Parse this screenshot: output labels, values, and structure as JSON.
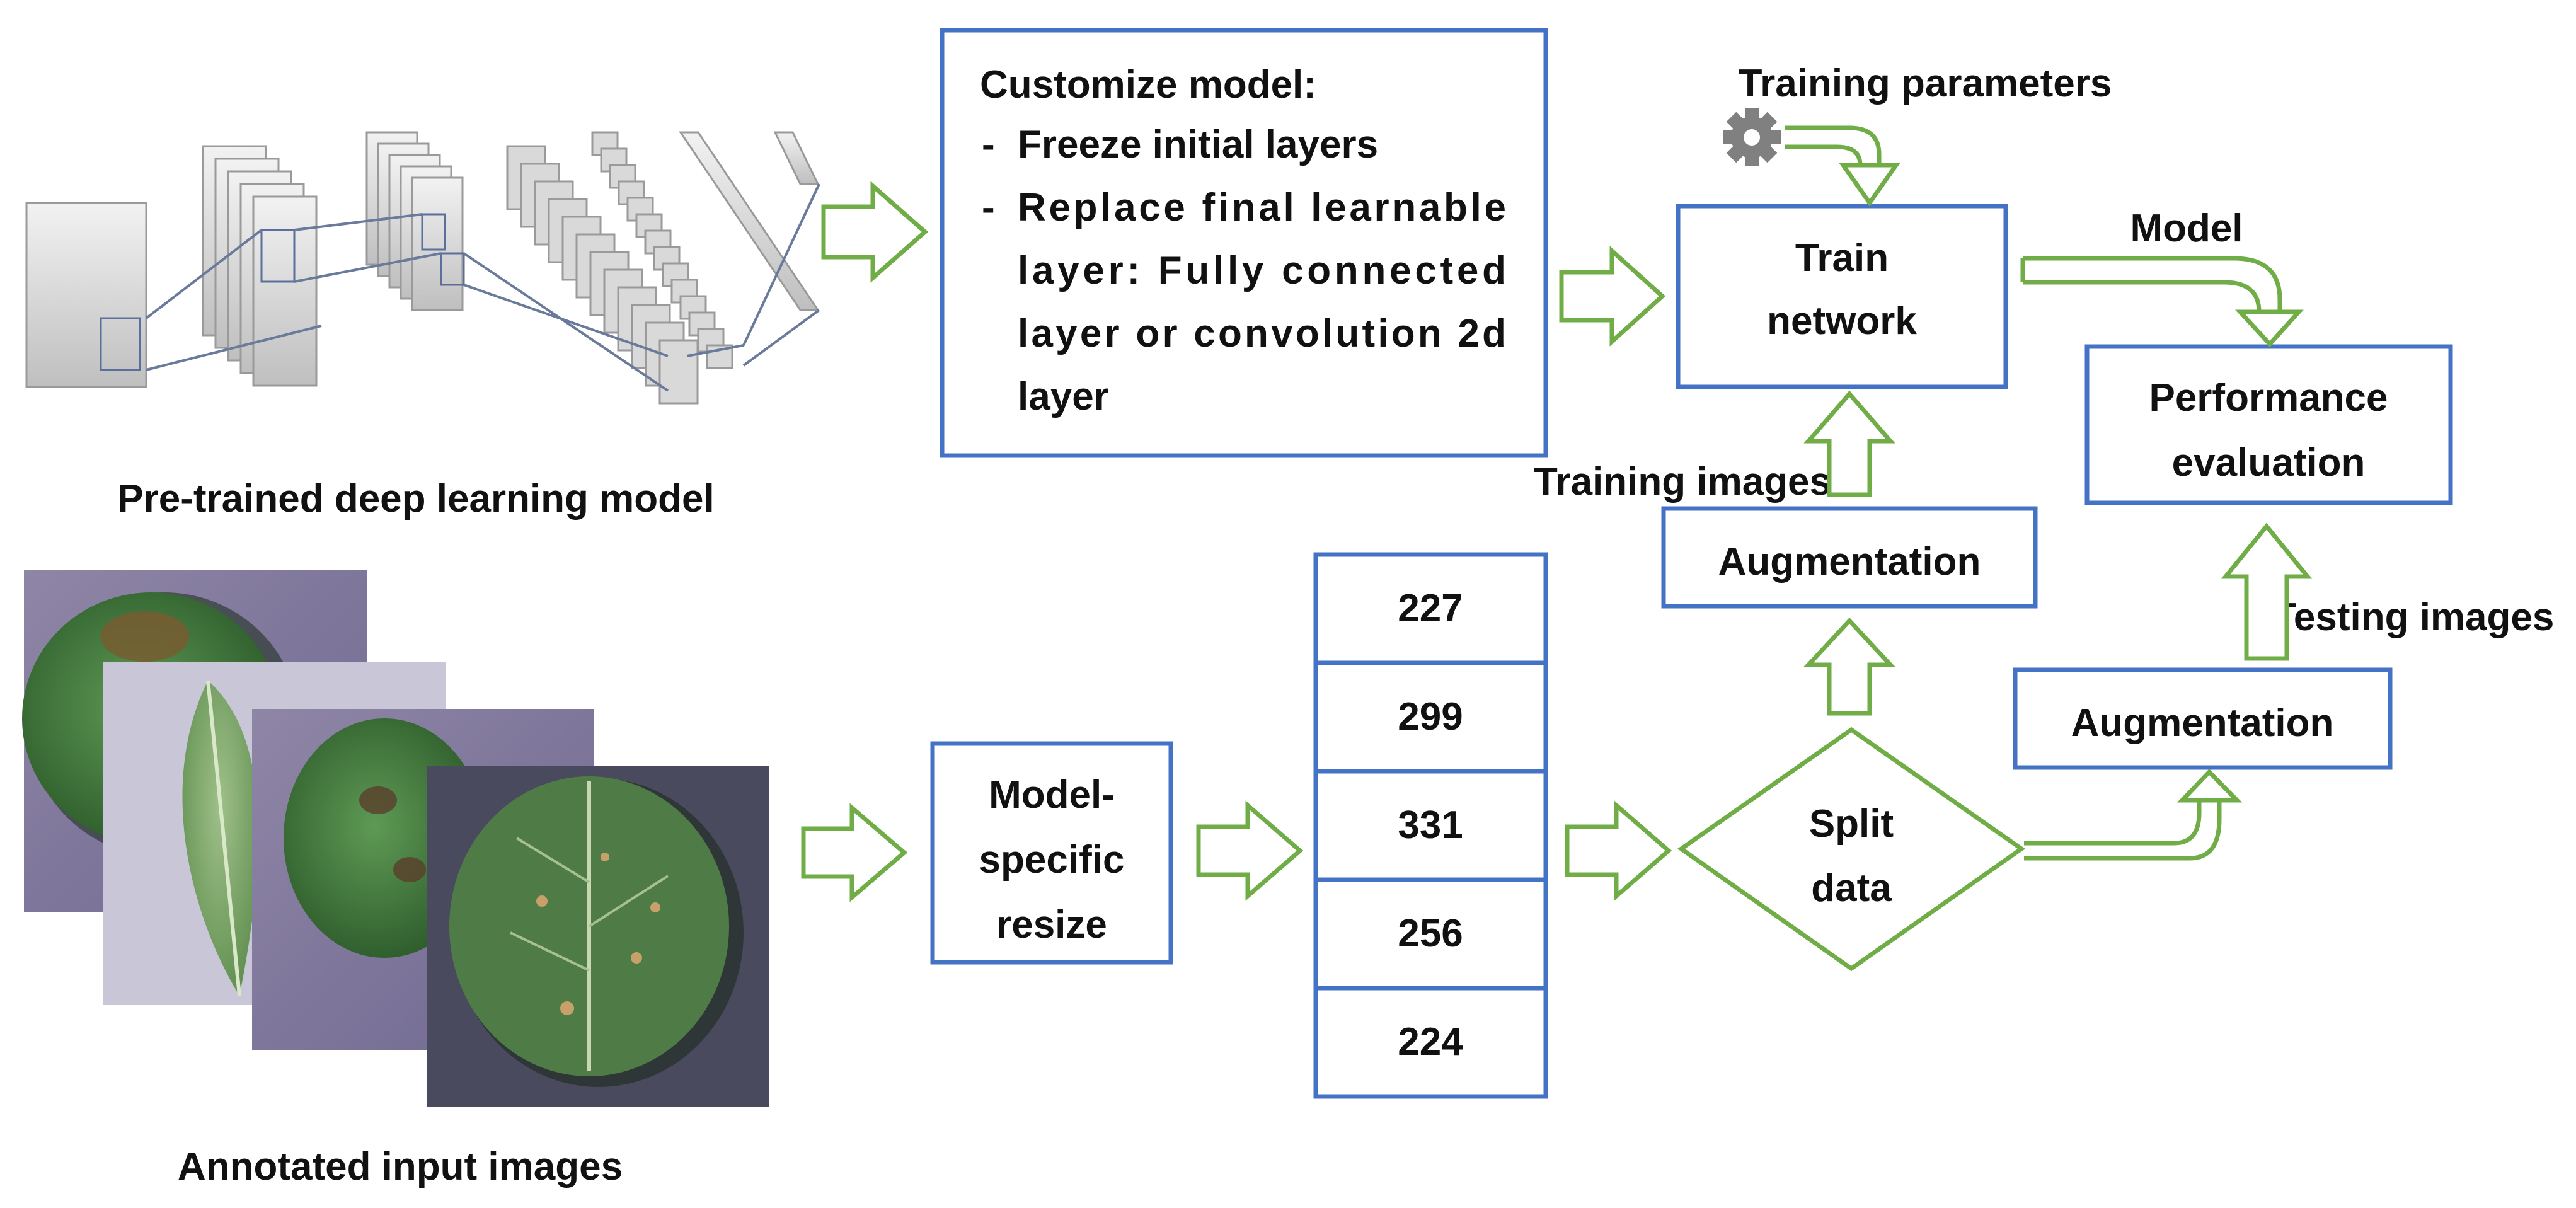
{
  "cnn": {
    "caption": "Pre-trained deep learning model"
  },
  "customize": {
    "heading": "Customize model:",
    "item1_dash": "-",
    "item1": "Freeze initial layers",
    "item2_dash": "-",
    "item2_line1": "Replace final learnable",
    "item2_line2": "layer: Fully connected",
    "item2_line3": "layer or convolution 2d",
    "item2_line4": "layer"
  },
  "training_parameters": "Training parameters",
  "train_network": {
    "line1": "Train",
    "line2": "network"
  },
  "model_label": "Model",
  "performance": {
    "line1": "Performance",
    "line2": "evaluation"
  },
  "training_images": "Training images",
  "testing_images": "Testing images",
  "augmentation_train": "Augmentation",
  "augmentation_test": "Augmentation",
  "resize": {
    "line1": "Model-",
    "line2": "specific",
    "line3": "resize"
  },
  "sizes": [
    "227",
    "299",
    "331",
    "256",
    "224"
  ],
  "split": {
    "line1": "Split",
    "line2": "data"
  },
  "leaves": {
    "caption": "Annotated input images"
  },
  "colors": {
    "box_border": "#4472c4",
    "arrow": "#70ad47",
    "gear": "#808080"
  },
  "icons": [
    "gear-icon",
    "leaf-photo",
    "cnn-layer-stack"
  ]
}
